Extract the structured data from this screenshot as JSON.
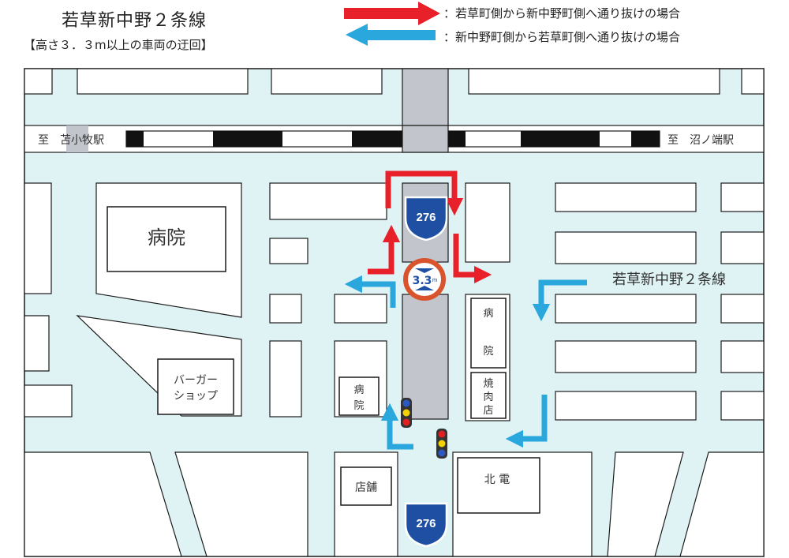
{
  "header": {
    "title": "若草新中野２条線",
    "subtitle": "【高さ３．３m以上の車両の迂回】"
  },
  "legend": [
    {
      "color": "#e8202a",
      "text": "：若草町側から新中野町側へ通り抜けの場合"
    },
    {
      "color": "#2aa7dc",
      "text": "：新中野町側から若草町側へ通り抜けの場合"
    }
  ],
  "map": {
    "colors": {
      "road": "#dff3f5",
      "block": "#ffffff",
      "outline": "#1a1a1a",
      "underpass": "#c2c5cb",
      "route_sign": "#1e4fa3"
    },
    "station_left": "至　苫小牧駅",
    "station_right": "至　沼ノ端駅",
    "street_label": "若草新中野２条線",
    "height_limit": {
      "main": "3.3",
      "unit": "m"
    },
    "route_number": "276",
    "buildings": {
      "hospital_large": "病院",
      "burger_line1": "バーガー",
      "burger_line2": "ショップ",
      "hospital_small_1": "病",
      "hospital_small_2": "院",
      "hospital_right_1": "病",
      "hospital_right_2": "院",
      "yakiniku_1": "焼",
      "yakiniku_2": "肉",
      "yakiniku_3": "店",
      "store": "店舗",
      "hokuden": "北 電"
    }
  }
}
